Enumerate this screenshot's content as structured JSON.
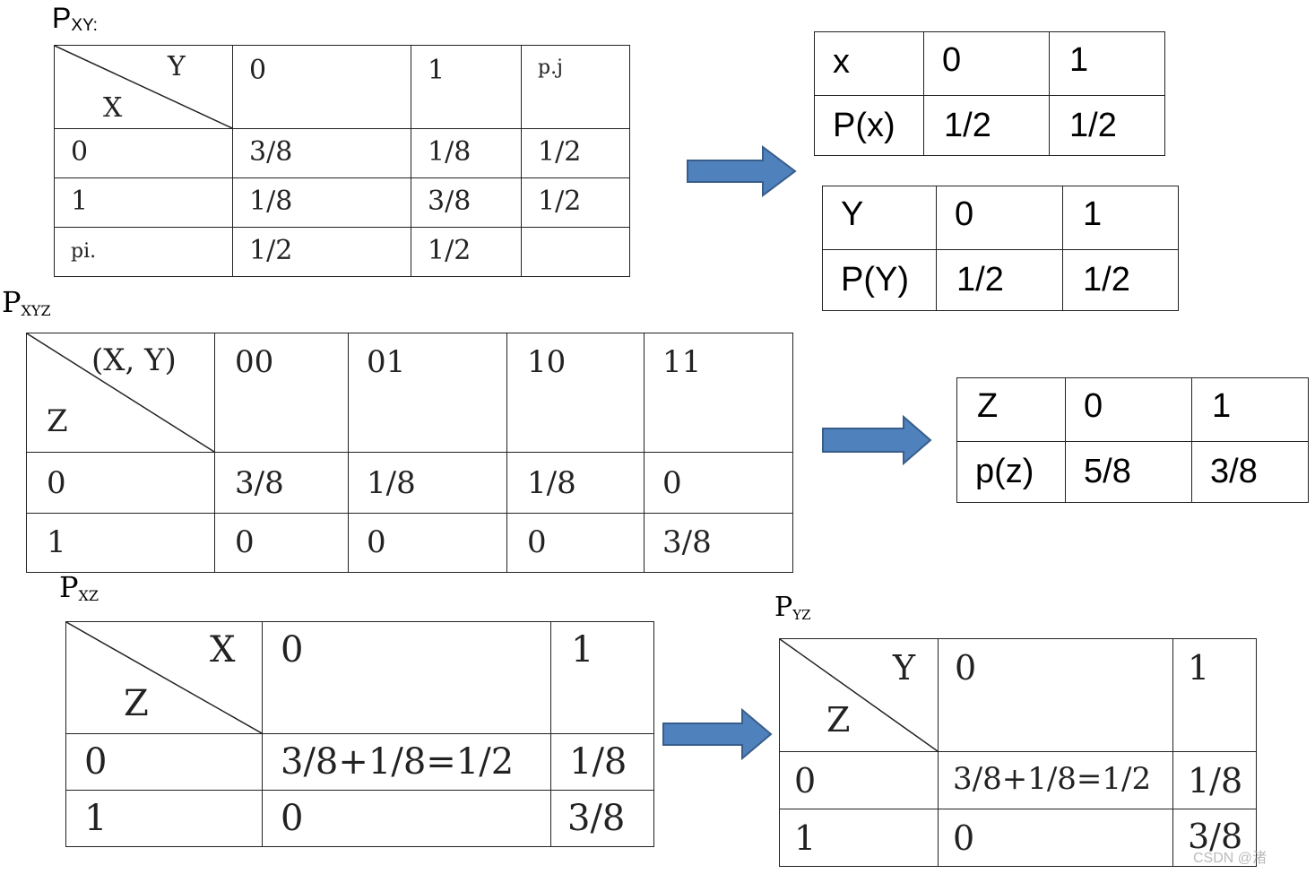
{
  "pxy": {
    "title": "P",
    "title_sub": "XY:",
    "corner_top": "Y",
    "corner_bottom": "X",
    "col_headers": [
      "0",
      "1",
      "p.j"
    ],
    "rows": [
      {
        "label": "0",
        "cells": [
          "3/8",
          "1/8",
          "1/2"
        ]
      },
      {
        "label": "1",
        "cells": [
          "1/8",
          "3/8",
          "1/2"
        ]
      },
      {
        "label": "pi.",
        "cells": [
          "1/2",
          "1/2",
          ""
        ]
      }
    ]
  },
  "px": {
    "headers": [
      "x",
      "0",
      "1"
    ],
    "row": [
      "P(x)",
      "1/2",
      "1/2"
    ]
  },
  "py": {
    "headers": [
      "Y",
      "0",
      "1"
    ],
    "row": [
      "P(Y)",
      "1/2",
      "1/2"
    ]
  },
  "pxyz": {
    "title": "P",
    "title_sub": "XYZ",
    "corner_top": "(X, Y)",
    "corner_bottom": "Z",
    "col_headers": [
      "00",
      "01",
      "10",
      "11"
    ],
    "rows": [
      {
        "label": "0",
        "cells": [
          "3/8",
          "1/8",
          "1/8",
          "0"
        ]
      },
      {
        "label": "1",
        "cells": [
          "0",
          "0",
          "0",
          "3/8"
        ]
      }
    ]
  },
  "pz": {
    "headers": [
      "Z",
      "0",
      "1"
    ],
    "row": [
      "p(z)",
      "5/8",
      "3/8"
    ]
  },
  "pxz": {
    "title": "P",
    "title_sub": "XZ",
    "corner_top": "X",
    "corner_bottom": "Z",
    "col_headers": [
      "0",
      "1"
    ],
    "rows": [
      {
        "label": "0",
        "cells": [
          "3/8+1/8=1/2",
          "1/8"
        ]
      },
      {
        "label": "1",
        "cells": [
          "0",
          "3/8"
        ]
      }
    ]
  },
  "pyz": {
    "title": "P",
    "title_sub": "YZ",
    "corner_top": "Y",
    "corner_bottom": "Z",
    "col_headers": [
      "0",
      "1"
    ],
    "rows": [
      {
        "label": "0",
        "cells": [
          "3/8+1/8=1/2",
          "1/8"
        ]
      },
      {
        "label": "1",
        "cells": [
          "0",
          "3/8"
        ]
      }
    ]
  },
  "colors": {
    "arrow_fill": "#4f81bd",
    "arrow_stroke": "#385d8a"
  },
  "watermark": "CSDN @渚"
}
